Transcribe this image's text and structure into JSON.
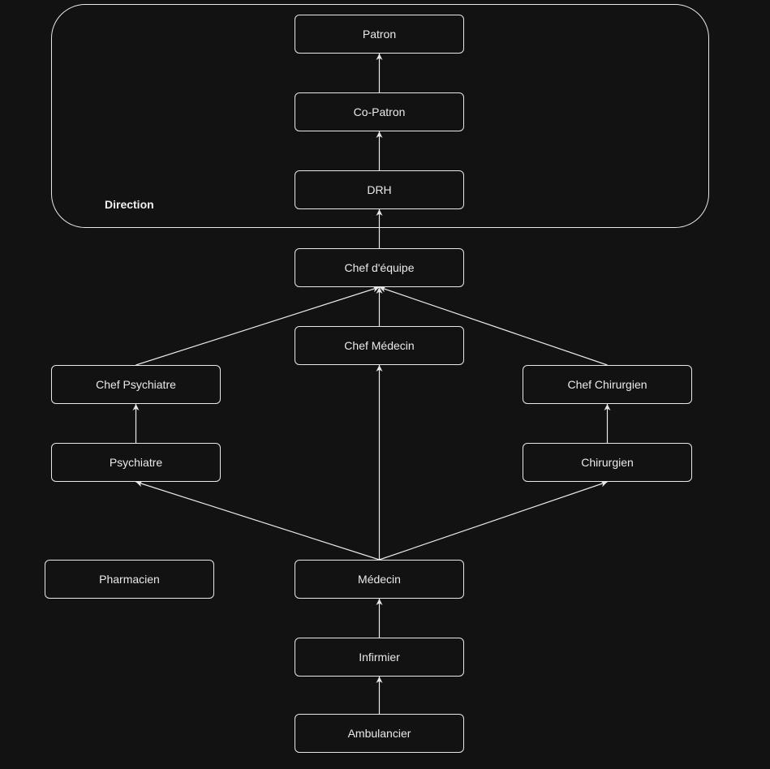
{
  "diagram": {
    "group": {
      "label": "Direction"
    },
    "nodes": {
      "patron": "Patron",
      "co_patron": "Co-Patron",
      "drh": "DRH",
      "chef_equipe": "Chef d'équipe",
      "chef_medecin": "Chef Médecin",
      "chef_psychiatre": "Chef Psychiatre",
      "chef_chirurgien": "Chef Chirurgien",
      "psychiatre": "Psychiatre",
      "chirurgien": "Chirurgien",
      "pharmacien": "Pharmacien",
      "medecin": "Médecin",
      "infirmier": "Infirmier",
      "ambulancier": "Ambulancier"
    },
    "edges": [
      {
        "from": "co_patron",
        "to": "patron"
      },
      {
        "from": "drh",
        "to": "co_patron"
      },
      {
        "from": "chef_equipe",
        "to": "drh"
      },
      {
        "from": "chef_medecin",
        "to": "chef_equipe"
      },
      {
        "from": "chef_psychiatre",
        "to": "chef_equipe"
      },
      {
        "from": "chef_chirurgien",
        "to": "chef_equipe"
      },
      {
        "from": "psychiatre",
        "to": "chef_psychiatre"
      },
      {
        "from": "chirurgien",
        "to": "chef_chirurgien"
      },
      {
        "from": "medecin",
        "to": "chef_medecin"
      },
      {
        "from": "medecin",
        "to": "psychiatre"
      },
      {
        "from": "medecin",
        "to": "chirurgien"
      },
      {
        "from": "infirmier",
        "to": "medecin"
      },
      {
        "from": "ambulancier",
        "to": "infirmier"
      }
    ],
    "colors": {
      "background": "#121212",
      "stroke": "#e8e8e8",
      "text": "#eaeaea"
    }
  }
}
